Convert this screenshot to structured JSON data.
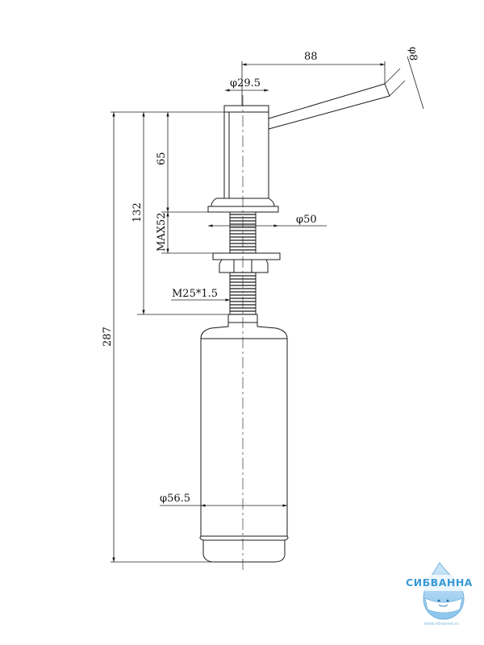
{
  "dimensions": {
    "spout_length": "88",
    "spout_diameter": "φ8",
    "head_diameter": "φ29.5",
    "height_upper": "65",
    "height_mid": "132",
    "max_thickness": "MAX52",
    "flange_diameter": "φ50",
    "thread": "M25*1.5",
    "total_height": "287",
    "bottle_diameter": "φ56.5"
  },
  "logo": {
    "brand": "СИБВАННА",
    "url": "www.sibvanna.ru"
  }
}
